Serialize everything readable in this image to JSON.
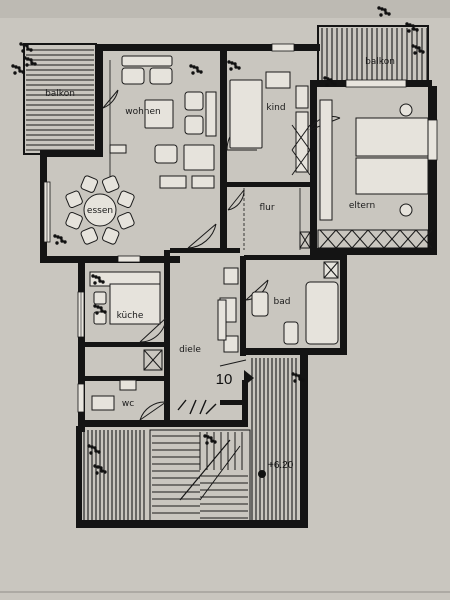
{
  "plan": {
    "rooms": {
      "balkon_left": "balkon",
      "balkon_right": "balkon",
      "wohnen": "wohnen",
      "kind": "kind",
      "essen": "essen",
      "flur": "flur",
      "eltern": "eltern",
      "kueche": "küche",
      "bad": "bad",
      "diele": "diele",
      "wc": "wc"
    },
    "unit_number": "10",
    "level_mark": "+6.20",
    "colors": {
      "paper": "#c9c6bf",
      "ink": "#141414"
    }
  }
}
